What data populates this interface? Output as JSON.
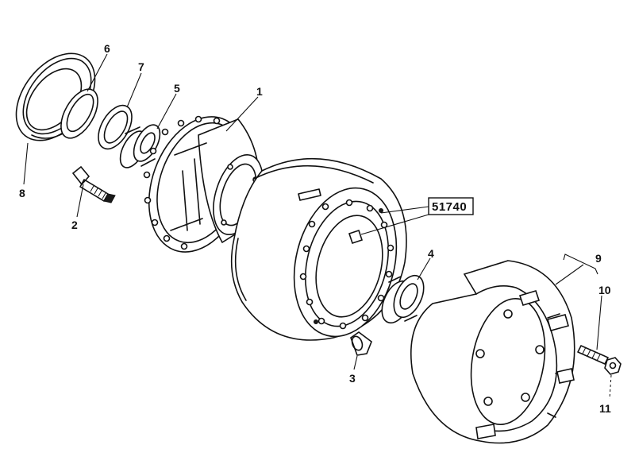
{
  "diagram": {
    "reference_code": "51740",
    "callouts": {
      "p1": "1",
      "p2": "2",
      "p3": "3",
      "p4": "4",
      "p5": "5",
      "p6": "6",
      "p7": "7",
      "p8": "8",
      "p9": "9",
      "p10": "10",
      "p11": "11"
    }
  }
}
